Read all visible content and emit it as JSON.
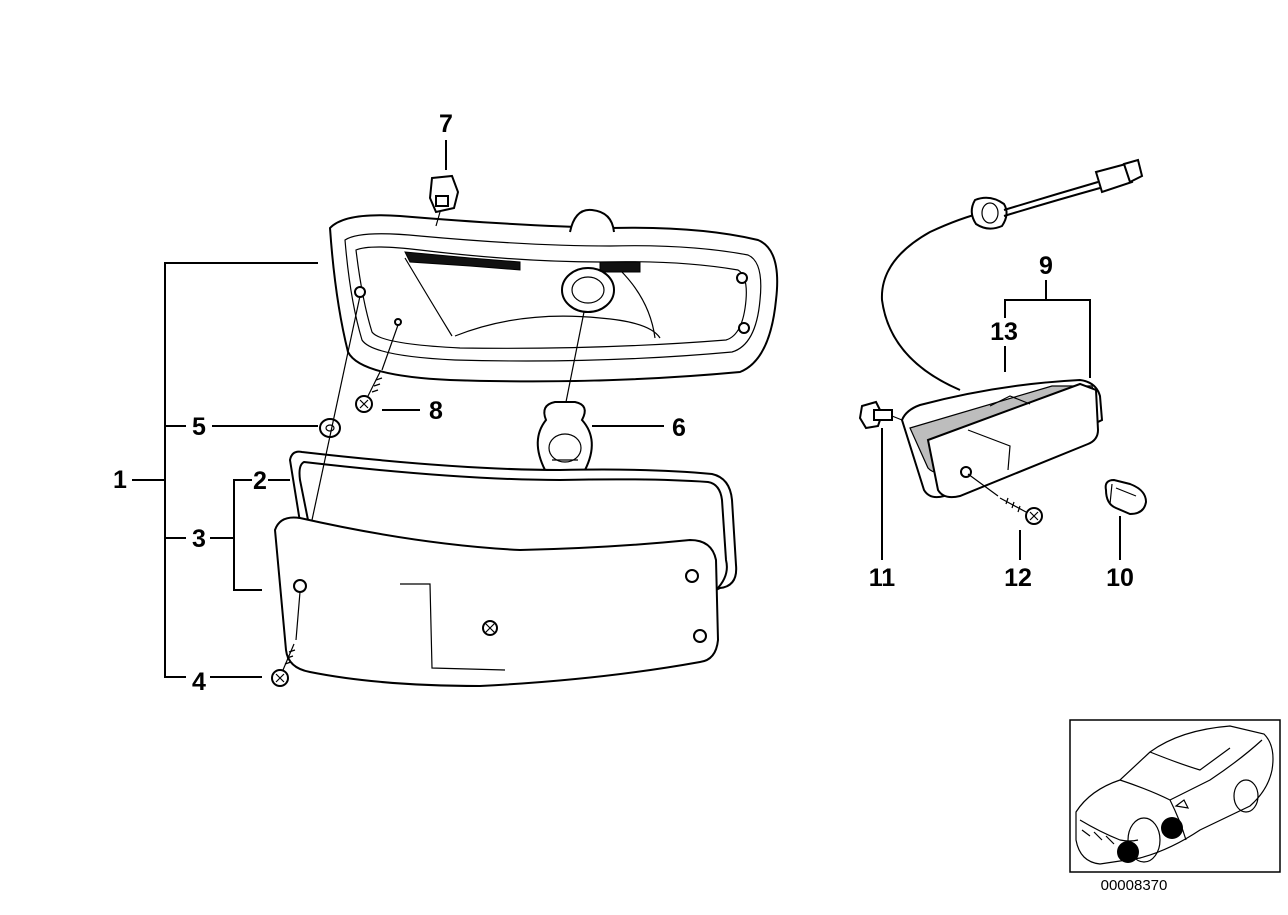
{
  "diagram": {
    "callouts": [
      {
        "id": "1",
        "text": "1"
      },
      {
        "id": "2",
        "text": "2"
      },
      {
        "id": "3",
        "text": "3"
      },
      {
        "id": "4",
        "text": "4"
      },
      {
        "id": "5",
        "text": "5"
      },
      {
        "id": "6",
        "text": "6"
      },
      {
        "id": "7",
        "text": "7"
      },
      {
        "id": "8",
        "text": "8"
      },
      {
        "id": "9",
        "text": "9"
      },
      {
        "id": "10",
        "text": "10"
      },
      {
        "id": "11",
        "text": "11"
      },
      {
        "id": "12",
        "text": "12"
      },
      {
        "id": "13",
        "text": "13"
      }
    ],
    "reference_number": "00008370",
    "inset": {
      "icon": "car-front-location-icon",
      "markers": 2
    },
    "colors": {
      "ink": "#000000",
      "background": "#ffffff",
      "shade": "#bdbdbd"
    }
  }
}
